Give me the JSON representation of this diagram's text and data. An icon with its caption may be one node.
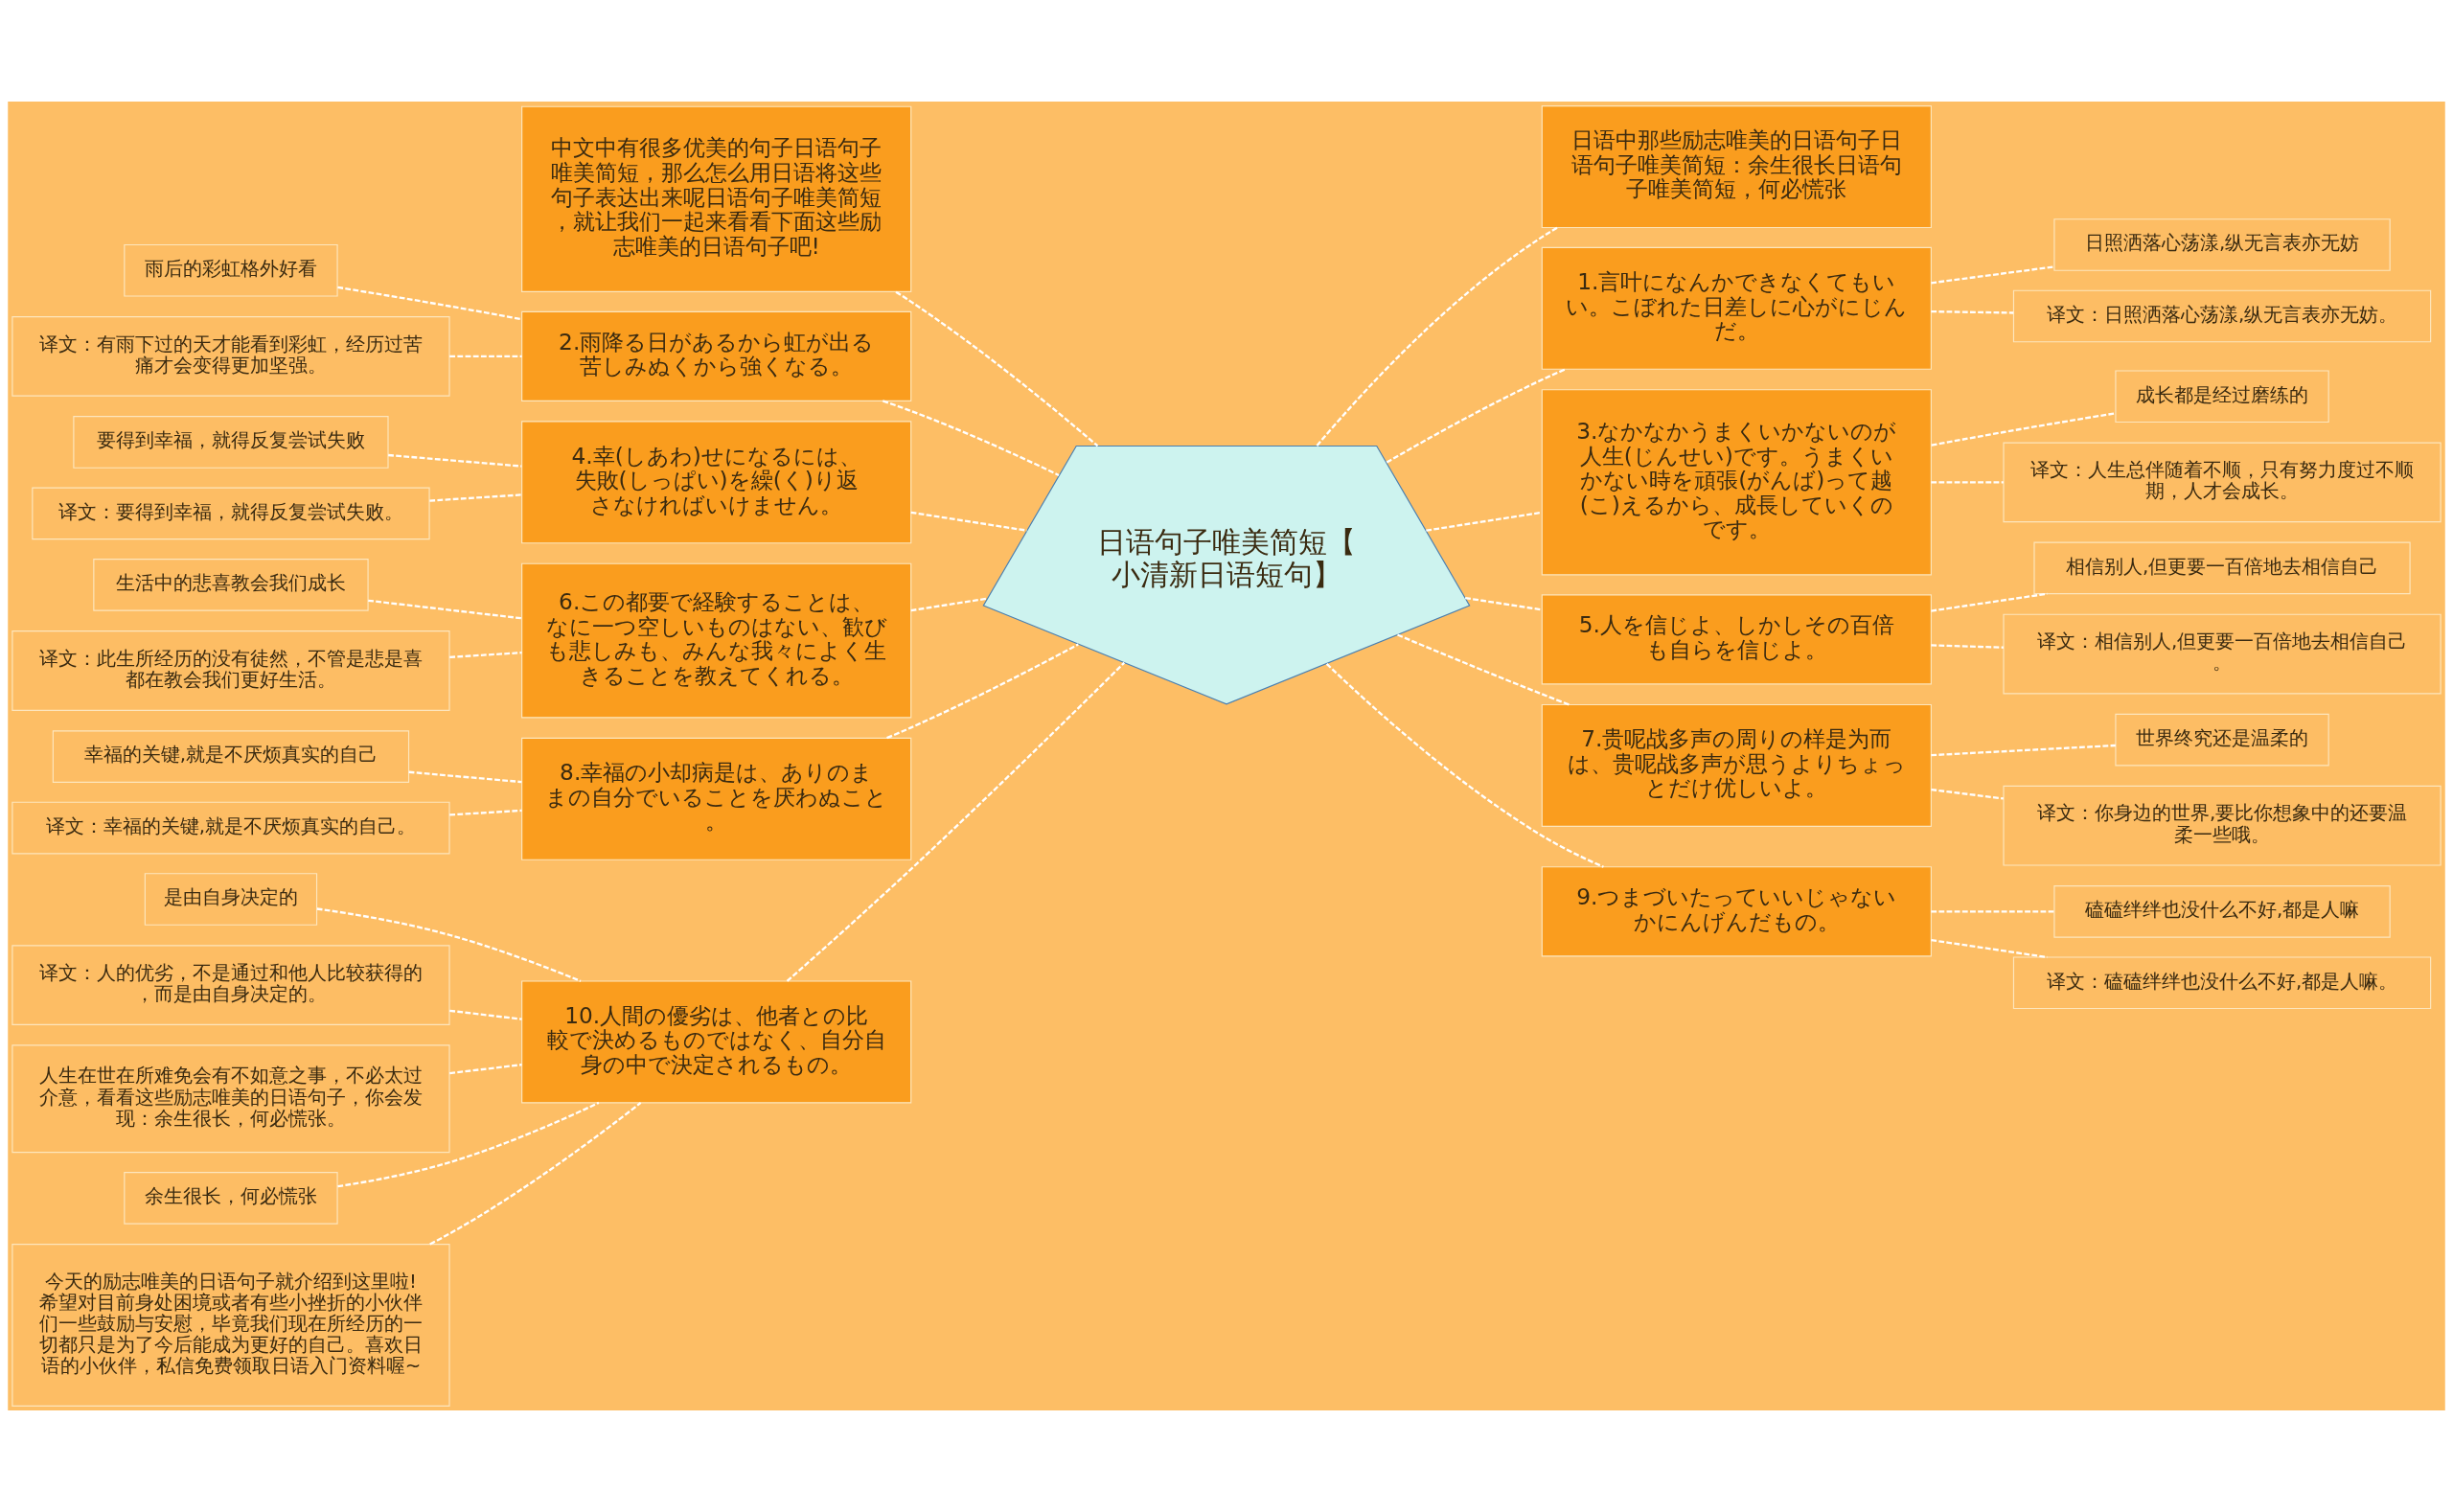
{
  "diagram": {
    "nodes": [
      {
        "text": [
          "日语句子唯美简短【小清新日语短句】"
        ]
      },
      {
        "text": [
          "中文中有很多优美的句子日语句子唯美简短，那么怎么用日语将这些句子表达出来呢日语句子唯美简短，就让我们一起来看看下面这些励志唯美的日语句子吧!"
        ]
      },
      {
        "text": [
          "2.雨降る日があるから虹が出る苦しみぬくから強くなる。"
        ]
      },
      {
        "text": [
          "雨后的彩虹格外好看"
        ]
      },
      {
        "text": [
          "译文：有雨下过的天才能看到彩虹，经历过苦痛才会变得更加坚强。"
        ]
      },
      {
        "text": [
          "4.幸(しあわ)せになるには、失敗(しっぱい)を繰(く)り返さなければいけません。"
        ]
      },
      {
        "text": [
          "要得到幸福，就得反复尝试失败"
        ]
      },
      {
        "text": [
          "译文：要得到幸福，就得反复尝试失败。"
        ]
      },
      {
        "text": [
          "6.この都要で経験することは、なに一つ空しいものはない、歓びも悲しみも、みんな我々によく生きることを教えてくれる。"
        ]
      },
      {
        "text": [
          "生活中的悲喜教会我们成长"
        ]
      },
      {
        "text": [
          "译文：此生所经历的没有徒然，不管是悲是喜都在教会我们更好生活。"
        ]
      },
      {
        "text": [
          "8.幸福の小却病是は、ありのままの自分でいることを厌わぬこと。"
        ]
      },
      {
        "text": [
          "幸福的关键,就是不厌烦真实的自己"
        ]
      },
      {
        "text": [
          "译文：幸福的关键,就是不厌烦真实的自己。"
        ]
      },
      {
        "text": [
          "10.人間の優劣は、他者との比較で決めるものではなく、自分自身の中で決定されるもの。"
        ]
      },
      {
        "text": [
          "是由自身决定的"
        ]
      },
      {
        "text": [
          "译文：人的优劣，不是通过和他人比较获得的，而是由自身决定的。"
        ]
      },
      {
        "text": [
          "人生在世在所难免会有不如意之事，不必太过介意，看看这些励志唯美的日语句子，你会发现：余生很长，何必慌张。"
        ]
      },
      {
        "text": [
          "余生很长，何必慌张"
        ]
      },
      {
        "text": [
          "今天的励志唯美的日语句子就介绍到这里啦!希望对目前身处困境或者有些小挫折的小伙伴们一些鼓励与安慰，毕竟我们现在所经历的一切都只是为了今后能成为更好的自己。喜欢日语的小伙伴，私信免费领取日语入门资料喔~"
        ]
      },
      {
        "text": [
          "日语中那些励志唯美的日语句子日语句子唯美简短：余生很长日语句子唯美简短，何必慌张"
        ]
      },
      {
        "text": [
          "1.言叶になんかできなくてもいい。こぼれた日差しに心がにじんだ。"
        ]
      },
      {
        "text": [
          "日照洒落心荡漾,纵无言表亦无妨"
        ]
      },
      {
        "text": [
          "译文：日照洒落心荡漾,纵无言表亦无妨。"
        ]
      },
      {
        "text": [
          "3.なかなかうまくいかないのが人生(じんせい)です。うまくいかない時を頑張(がんば)って越(こ)えるから、成長していくのです。"
        ]
      },
      {
        "text": [
          "成长都是经过磨练的"
        ]
      },
      {
        "text": [
          "译文：人生总伴随着不顺，只有努力度过不顺期，人才会成长。"
        ]
      },
      {
        "text": [
          "5.人を信じよ、しかしその百倍も自らを信じよ。"
        ]
      },
      {
        "text": [
          "相信别人,但更要一百倍地去相信自己"
        ]
      },
      {
        "text": [
          "译文：相信别人,但更要一百倍地去相信自己。"
        ]
      },
      {
        "text": [
          "7.贵呢战多声の周りの样是为而は、贵呢战多声が思うよりちょっとだけ优しいよ。"
        ]
      },
      {
        "text": [
          "世界终究还是温柔的"
        ]
      },
      {
        "text": [
          "译文：你身边的世界,要比你想象中的还要温柔一些哦。"
        ]
      },
      {
        "text": [
          "9.つまづいたっていいじゃないかにんげんだもの。"
        ]
      },
      {
        "text": [
          "磕磕绊绊也没什么不好,都是人嘛"
        ]
      },
      {
        "text": [
          "译文：磕磕绊绊也没什么不好,都是人嘛。"
        ]
      }
    ],
    "edges": [
      {
        "from": 0,
        "to": 1,
        "arrow": "none",
        "style": "dashed"
      },
      {
        "from": 0,
        "to": 2,
        "arrow": "none",
        "style": "dashed"
      },
      {
        "from": 2,
        "to": 3,
        "arrow": "none",
        "style": "dashed"
      },
      {
        "from": 2,
        "to": 4,
        "arrow": "none",
        "style": "dashed"
      },
      {
        "from": 0,
        "to": 5,
        "arrow": "none",
        "style": "dashed"
      },
      {
        "from": 5,
        "to": 6,
        "arrow": "none",
        "style": "dashed"
      },
      {
        "from": 5,
        "to": 7,
        "arrow": "none",
        "style": "dashed"
      },
      {
        "from": 0,
        "to": 8,
        "arrow": "none",
        "style": "dashed"
      },
      {
        "from": 8,
        "to": 9,
        "arrow": "none",
        "style": "dashed"
      },
      {
        "from": 8,
        "to": 10,
        "arrow": "none",
        "style": "dashed"
      },
      {
        "from": 0,
        "to": 11,
        "arrow": "none",
        "style": "dashed"
      },
      {
        "from": 11,
        "to": 12,
        "arrow": "none",
        "style": "dashed"
      },
      {
        "from": 11,
        "to": 13,
        "arrow": "none",
        "style": "dashed"
      },
      {
        "from": 0,
        "to": 14,
        "arrow": "none",
        "style": "dashed"
      },
      {
        "from": 14,
        "to": 15,
        "arrow": "none",
        "style": "dashed"
      },
      {
        "from": 14,
        "to": 16,
        "arrow": "none",
        "style": "dashed"
      },
      {
        "from": 14,
        "to": 17,
        "arrow": "none",
        "style": "dashed"
      },
      {
        "from": 14,
        "to": 18,
        "arrow": "none",
        "style": "dashed"
      },
      {
        "from": 14,
        "to": 19,
        "arrow": "none",
        "style": "dashed"
      },
      {
        "from": 0,
        "to": 20,
        "arrow": "none",
        "style": "dashed"
      },
      {
        "from": 0,
        "to": 21,
        "arrow": "none",
        "style": "dashed"
      },
      {
        "from": 21,
        "to": 22,
        "arrow": "none",
        "style": "dashed"
      },
      {
        "from": 21,
        "to": 23,
        "arrow": "none",
        "style": "dashed"
      },
      {
        "from": 0,
        "to": 24,
        "arrow": "none",
        "style": "dashed"
      },
      {
        "from": 24,
        "to": 25,
        "arrow": "none",
        "style": "dashed"
      },
      {
        "from": 24,
        "to": 26,
        "arrow": "none",
        "style": "dashed"
      },
      {
        "from": 0,
        "to": 27,
        "arrow": "none",
        "style": "dashed"
      },
      {
        "from": 27,
        "to": 28,
        "arrow": "none",
        "style": "dashed"
      },
      {
        "from": 27,
        "to": 29,
        "arrow": "none",
        "style": "dashed"
      },
      {
        "from": 0,
        "to": 30,
        "arrow": "none",
        "style": "dashed"
      },
      {
        "from": 30,
        "to": 31,
        "arrow": "none",
        "style": "dashed"
      },
      {
        "from": 30,
        "to": 32,
        "arrow": "none",
        "style": "dashed"
      },
      {
        "from": 0,
        "to": 33,
        "arrow": "none",
        "style": "dashed"
      },
      {
        "from": 33,
        "to": 34,
        "arrow": "none",
        "style": "dashed"
      },
      {
        "from": 33,
        "to": 35,
        "arrow": "none",
        "style": "dashed"
      }
    ]
  }
}
